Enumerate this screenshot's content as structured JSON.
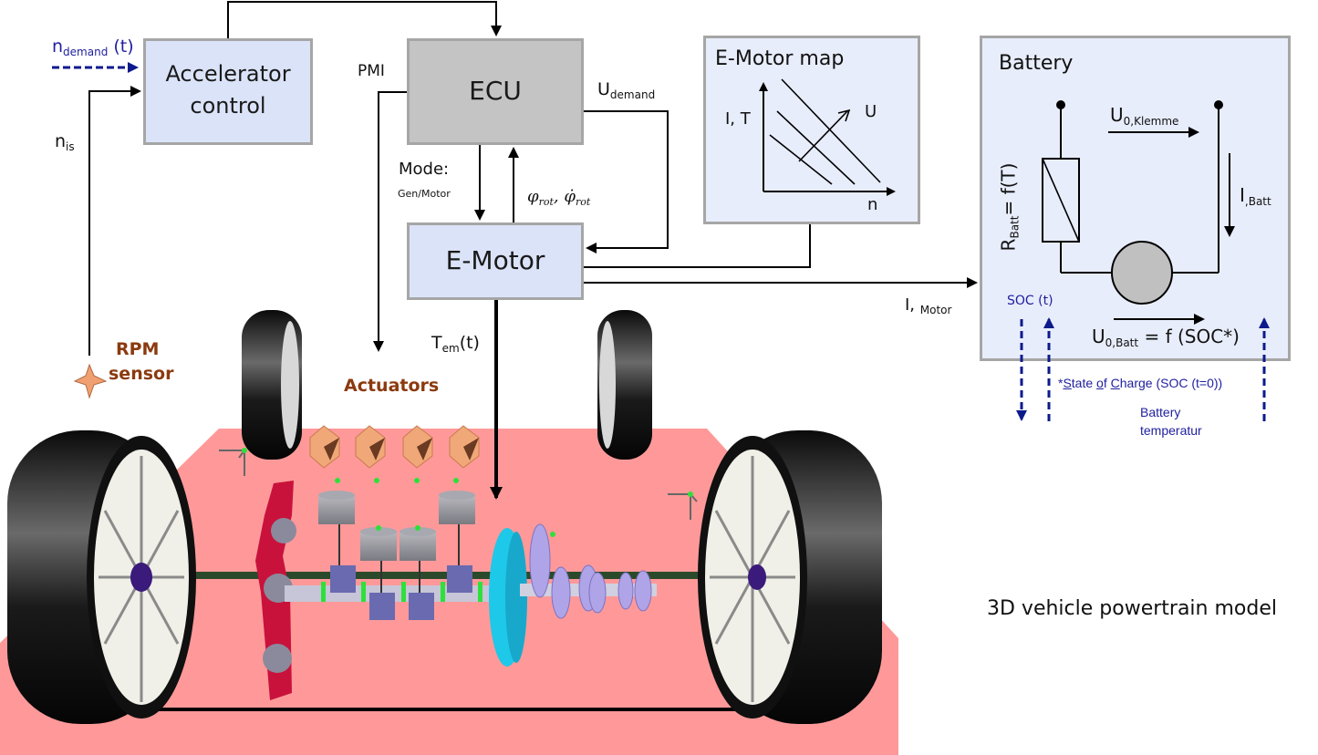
{
  "blocks": {
    "accelerator": {
      "line1": "Accelerator",
      "line2": "control"
    },
    "ecu": {
      "label": "ECU"
    },
    "emotor": {
      "label": "E-Motor"
    },
    "emotor_map": {
      "title": "E-Motor map",
      "y_axis": "I, T",
      "x_axis": "n",
      "param": "U"
    },
    "battery": {
      "title": "Battery",
      "u_klemme": {
        "main": "U",
        "sub": "0,Klemme"
      },
      "i_batt": {
        "main": "I",
        "sub": ",Batt"
      },
      "r_batt": {
        "main": "R",
        "sub": "Batt",
        "rest": "= f(T)"
      },
      "u_batt": {
        "main": "U",
        "sub": "0,Batt",
        "rest": " = f (SOC*)"
      },
      "soc": "SOC  (t)"
    }
  },
  "signals": {
    "n_demand": {
      "main": "n",
      "sub": "demand",
      "rest": " (t)"
    },
    "n_is": {
      "main": "n",
      "sub": "is"
    },
    "pmi": "PMI",
    "u_demand": {
      "main": "U",
      "sub": "demand"
    },
    "mode": "Mode:",
    "mode_sub": "Gen/Motor",
    "phi": {
      "a": "φ",
      "a_sub": "rot",
      "sep": ", ",
      "b": "φ̇",
      "b_sub": "rot"
    },
    "i_motor": {
      "main": "I, ",
      "sub": "Motor"
    },
    "t_em": {
      "main": "T",
      "sub": "em",
      "rest": "(t)"
    }
  },
  "annotations": {
    "soc_note": "*State  of Charge (SOC (t=0))",
    "soc_note_parts": [
      "*",
      "S",
      "tate  ",
      "o",
      "f ",
      "C",
      "harge (SOC (t=0))"
    ],
    "battery_temp_1": "Battery",
    "battery_temp_2": "temperatur",
    "rpm_sensor_1": "RPM",
    "rpm_sensor_2": "sensor",
    "actuators": "Actuators",
    "model_caption": "3D vehicle powertrain model"
  },
  "colors": {
    "block_fill": "#dae3f8",
    "ecu_fill": "#c4c4c4",
    "border": "#a6a6a6",
    "signal_blue": "#1f1f9f",
    "label_brown": "#8b3a0f",
    "floor": "#ff9999",
    "rotor": "#1ec8e8",
    "flywheel": "#c8123c",
    "actuator": "#f0a070"
  }
}
